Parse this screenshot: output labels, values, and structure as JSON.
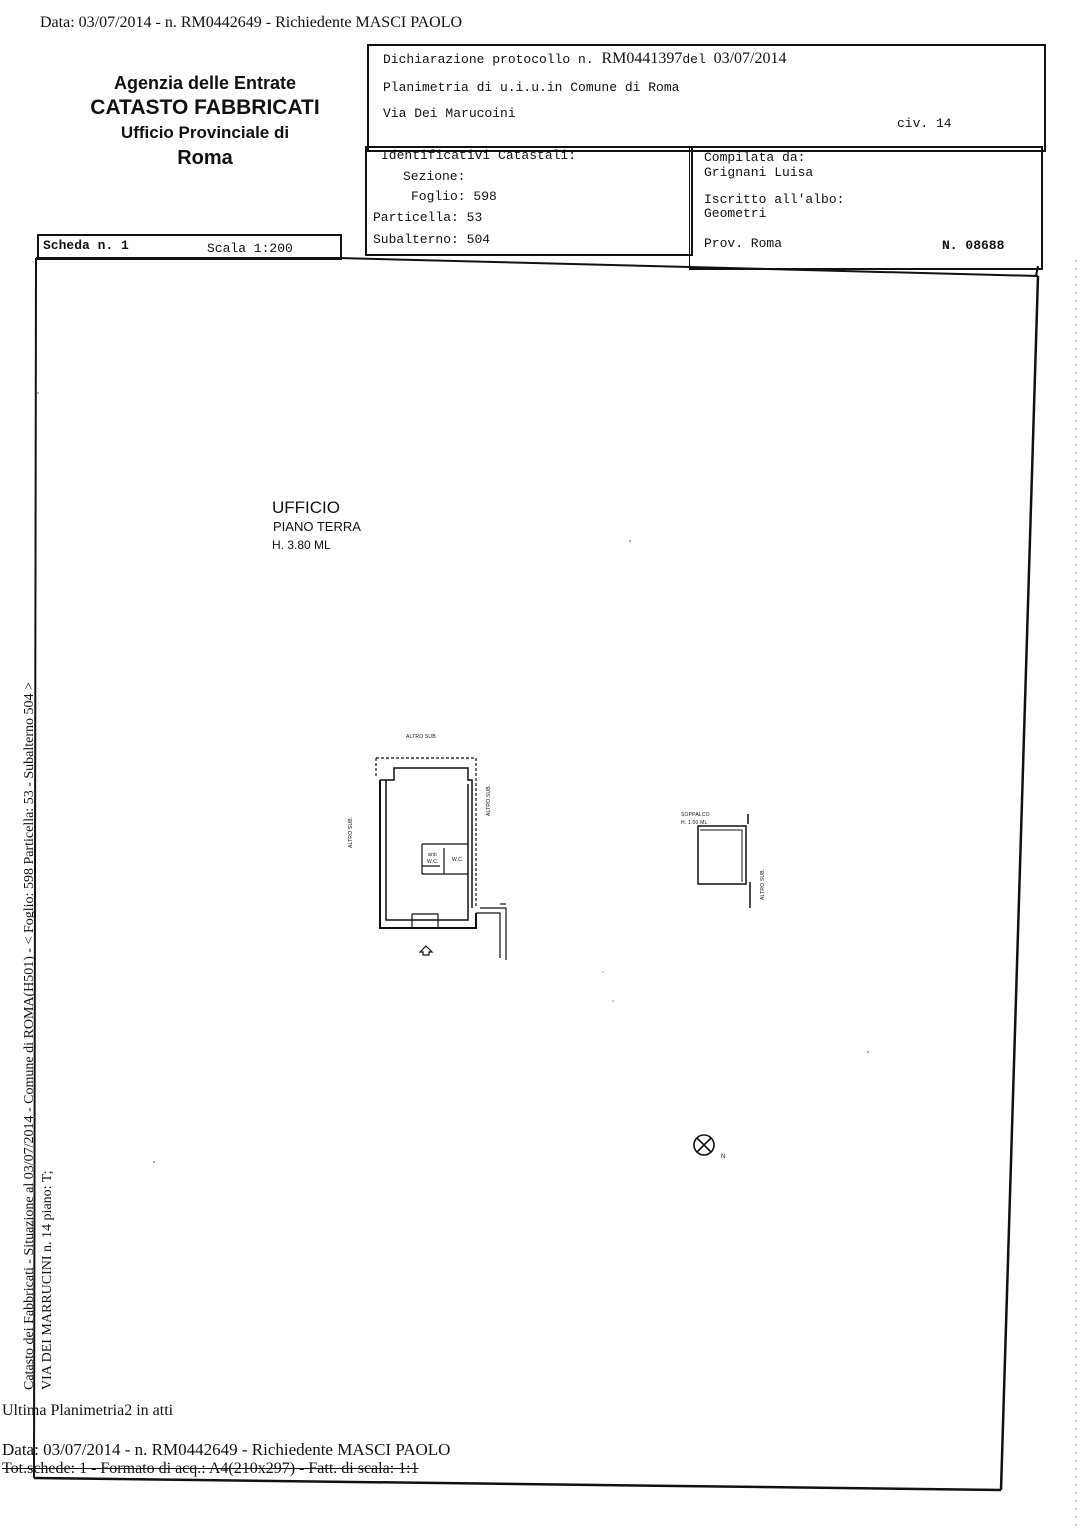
{
  "top_header": "Data: 03/07/2014 - n. RM0442649 - Richiedente MASCI PAOLO",
  "agency": {
    "line1": "Agenzia delle Entrate",
    "line2": "CATASTO FABBRICATI",
    "line3": "Ufficio Provinciale di",
    "line4": "Roma"
  },
  "protocol": {
    "dichiarazione_label": "Dichiarazione protocollo n.",
    "dichiarazione_number": "RM0441397",
    "del_label": "del",
    "date": "03/07/2014",
    "planimetria": "Planimetria di u.i.u.in Comune di Roma",
    "via": "Via Dei Marucoini",
    "civ": "civ. 14"
  },
  "identificativi": {
    "title": "Identificativi Catastali:",
    "sezione": "Sezione:",
    "foglio_label": "Foglio:",
    "foglio": "598",
    "particella_label": "Particella:",
    "particella": "53",
    "subalterno_label": "Subalterno:",
    "subalterno": "504"
  },
  "compilata": {
    "label": "Compilata da:",
    "name": "Grignani Luisa",
    "albo_label": "Iscritto all'albo:",
    "albo": "Geometri",
    "prov": "Prov. Roma",
    "numero": "N. 08688"
  },
  "scheda": {
    "scheda": "Scheda n. 1",
    "scala": "Scala 1:200"
  },
  "plan": {
    "title": "UFFICIO",
    "floor": "PIANO TERRA",
    "height": "H. 3.80 ML",
    "altro_sub": "ALTRO SUB.",
    "antiwc": "anti",
    "wc": "W.C.",
    "soppalco": "SOPPALCO",
    "soppalco_h": "H. 1.00 ML",
    "north": "N"
  },
  "side_text": {
    "line1": "Catasto dei Fabbricati - Situazione al 03/07/2014 - Comune di ROMA(H501) - < Foglio: 598 Particella: 53 - Subalterno 504 >",
    "line2": "VIA DEI MARRUCINI n. 14 piano: T;"
  },
  "footer": {
    "ultima": "Ultima Planimetria2 in atti",
    "data": "Data: 03/07/2014 - n. RM0442649 - Richiedente MASCI PAOLO",
    "tot": "Tot.schede: 1 - Formato di acq.: A4(210x297) - Fatt. di scala: 1:1"
  }
}
